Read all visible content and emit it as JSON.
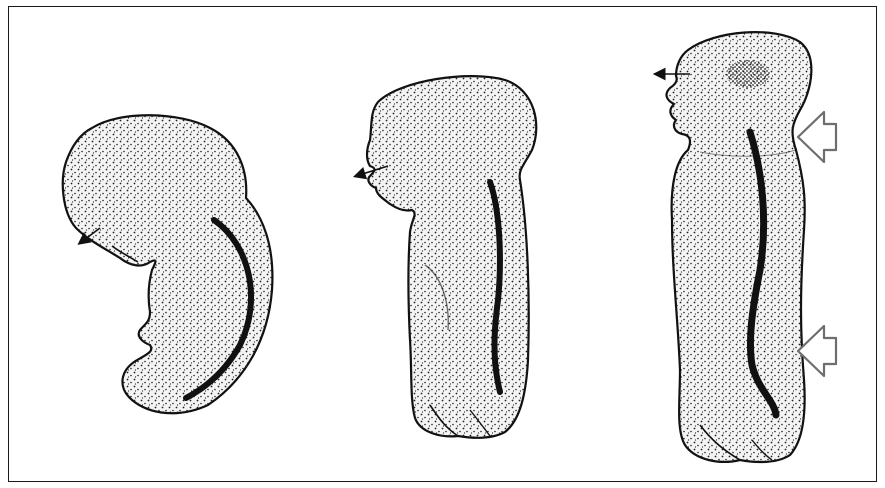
{
  "figure": {
    "kind": "line-drawing",
    "stages": [
      {
        "id": "stage-1",
        "feature": "curved-spine"
      },
      {
        "id": "stage-2",
        "feature": "straightening-spine"
      },
      {
        "id": "stage-3",
        "feature": "s-curved-spine"
      }
    ],
    "colors": {
      "frame": "#1a1a1a",
      "stipple": "#222222",
      "body_fill": "#f4f4f4",
      "outline": "#111111",
      "spine": "#111111",
      "hollow_arrow": "#6e6e6e"
    }
  }
}
